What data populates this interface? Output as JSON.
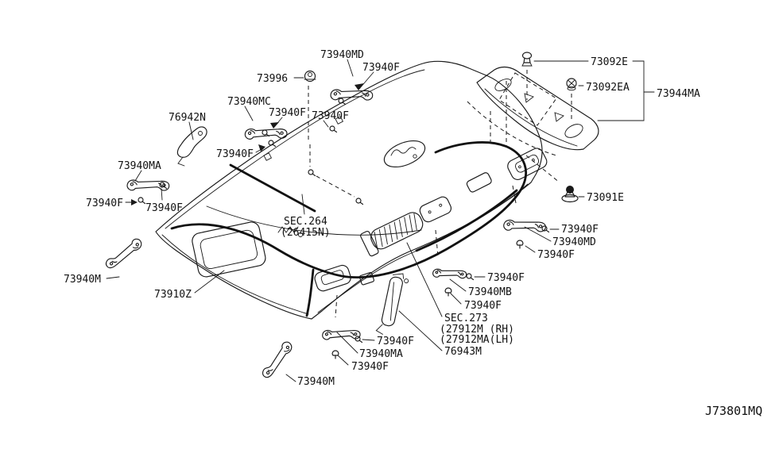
{
  "diagram": {
    "type": "parts-diagram",
    "subject": "roof-trimming-headlining",
    "drawing_code": "J73801MQ",
    "colors": {
      "ink": "#1a1a1a",
      "bg": "#ffffff"
    },
    "labels": {
      "md_top": "73940MD",
      "f_top": "73940F",
      "g73996": "73996",
      "mc": "73940MC",
      "f_mc1": "73940F",
      "f_mc2": "73940F",
      "n76942": "76942N",
      "ma_left": "73940MA",
      "f_rail": "73940F",
      "f_left1": "73940F",
      "f_left2": "73940F",
      "m_left": "73940M",
      "z73910": "73910Z",
      "sec264": "SEC.264",
      "sec264b": "(26415N)",
      "e73092": "73092E",
      "ea73092": "73092EA",
      "ma73944": "73944MA",
      "e73091": "73091E",
      "f_md1": "73940F",
      "md_right": "73940MD",
      "f_md2": "73940F",
      "f_mb1": "73940F",
      "mb": "73940MB",
      "f_mb2": "73940F",
      "sec273": "SEC.273",
      "sec273b": "(27912M (RH)",
      "sec273c": "(27912MA(LH)",
      "m76943": "76943M",
      "f_ctr1": "73940F",
      "ma_center": "73940MA",
      "f_ctr2": "73940F",
      "m_bottom": "73940M",
      "code": "J73801MQ"
    }
  }
}
